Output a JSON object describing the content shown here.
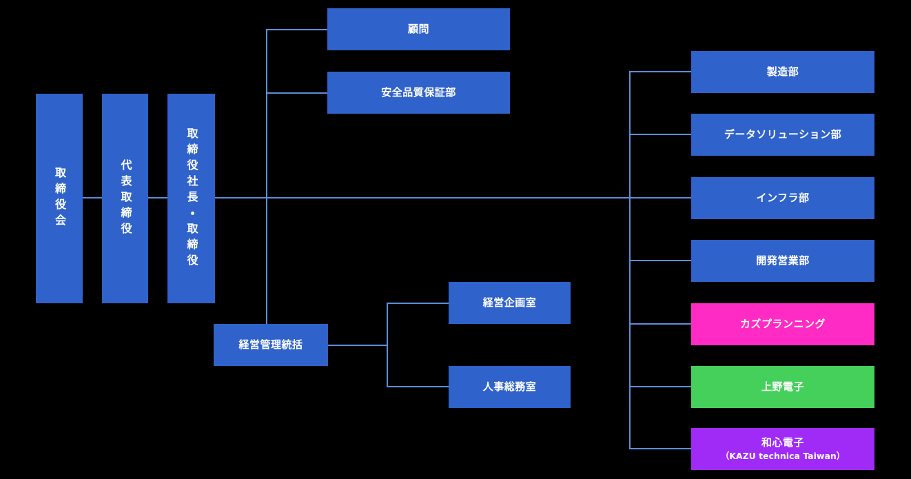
{
  "diagram": {
    "type": "org-chart",
    "background": "#000000",
    "connector_color": "#5B8FDB",
    "colors": {
      "blue": "#2F62CA",
      "pink": "#FF2BC4",
      "green": "#45D05C",
      "purple": "#A02BF7",
      "text": "#FFFFFF"
    }
  },
  "nodes": {
    "board": {
      "label": "取締役会",
      "color": "#2F62CA",
      "orientation": "vertical"
    },
    "representative_director": {
      "label": "代表取締役",
      "color": "#2F62CA",
      "orientation": "vertical"
    },
    "president": {
      "label": "取締役社長・取締役",
      "color": "#2F62CA",
      "orientation": "vertical"
    },
    "advisor": {
      "label": "顧問",
      "color": "#2F62CA",
      "orientation": "horizontal"
    },
    "safety_quality": {
      "label": "安全品質保証部",
      "color": "#2F62CA",
      "orientation": "horizontal"
    },
    "management_control": {
      "label": "経営管理統括",
      "color": "#2F62CA",
      "orientation": "horizontal"
    },
    "planning_office": {
      "label": "経営企画室",
      "color": "#2F62CA",
      "orientation": "horizontal"
    },
    "hr_general_affairs": {
      "label": "人事総務室",
      "color": "#2F62CA",
      "orientation": "horizontal"
    },
    "manufacturing": {
      "label": "製造部",
      "color": "#2F62CA",
      "orientation": "horizontal"
    },
    "data_solution": {
      "label": "データソリューション部",
      "color": "#2F62CA",
      "orientation": "horizontal"
    },
    "infrastructure": {
      "label": "インフラ部",
      "color": "#2F62CA",
      "orientation": "horizontal"
    },
    "development_sales": {
      "label": "開発営業部",
      "color": "#2F62CA",
      "orientation": "horizontal"
    },
    "kazu_planning": {
      "label": "カズプランニング",
      "color": "#FF2BC4",
      "orientation": "horizontal"
    },
    "ueno_denshi": {
      "label": "上野電子",
      "color": "#45D05C",
      "orientation": "horizontal"
    },
    "washin_denshi": {
      "label": "和心電子",
      "sub": "（KAZU technica Taiwan）",
      "color": "#A02BF7",
      "orientation": "horizontal"
    }
  }
}
